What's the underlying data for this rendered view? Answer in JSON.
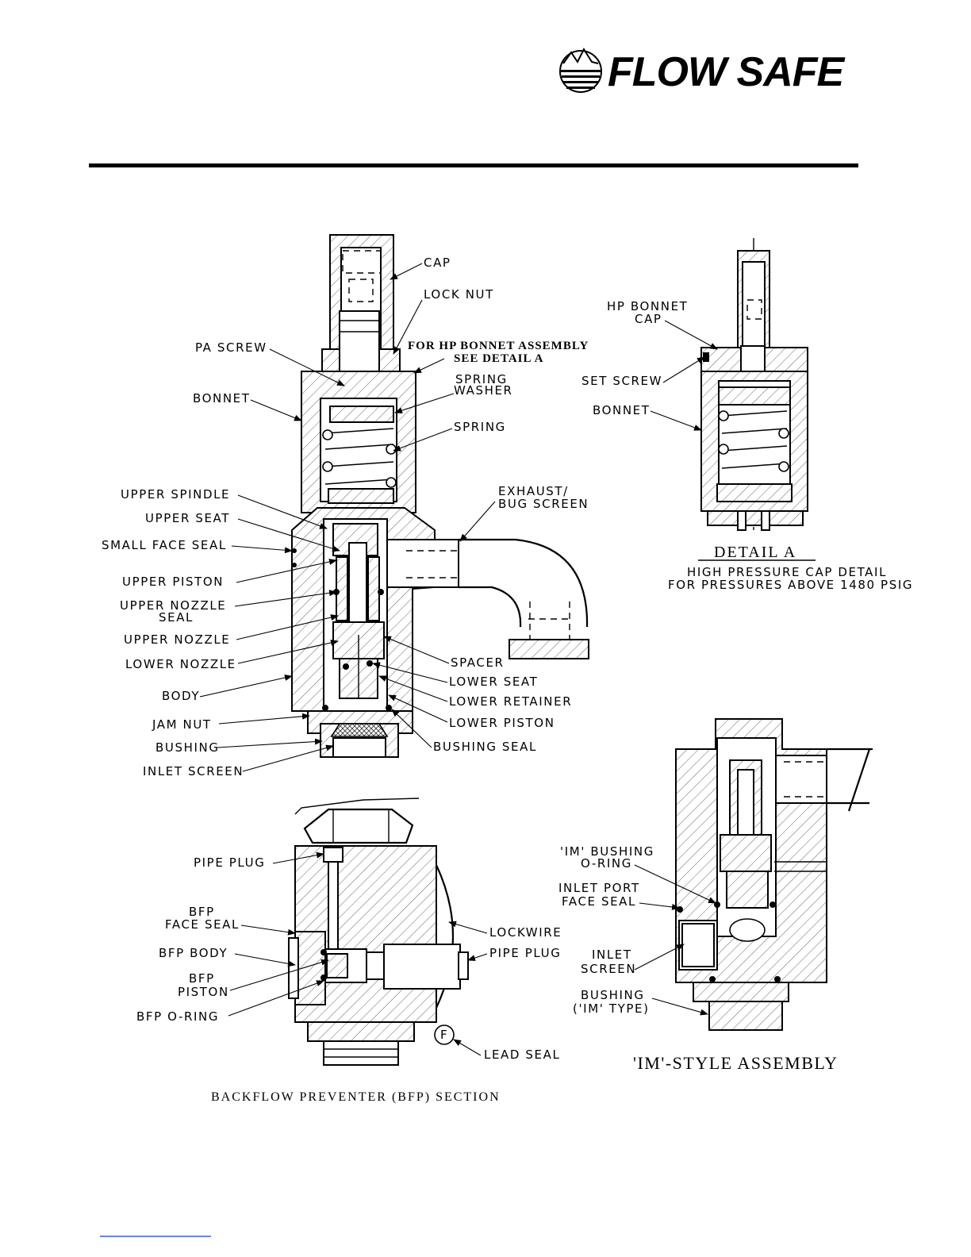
{
  "brand": {
    "name": "FLOW SAFE"
  },
  "main_labels": {
    "cap": "CAP",
    "lock_nut": "LOCK NUT",
    "hp_note_1": "FOR HP BONNET ASSEMBLY",
    "hp_note_2": "SEE DETAIL A",
    "pa_screw": "PA SCREW",
    "spring_washer_1": "SPRING",
    "spring_washer_2": "WASHER",
    "bonnet": "BONNET",
    "spring": "SPRING",
    "upper_spindle": "UPPER SPINDLE",
    "upper_seat": "UPPER SEAT",
    "exhaust_1": "EXHAUST/",
    "exhaust_2": "BUG SCREEN",
    "small_face_seal": "SMALL FACE SEAL",
    "upper_piston": "UPPER PISTON",
    "upper_nozzle_seal_1": "UPPER NOZZLE",
    "upper_nozzle_seal_2": "SEAL",
    "upper_nozzle": "UPPER NOZZLE",
    "lower_nozzle": "LOWER NOZZLE",
    "spacer": "SPACER",
    "lower_seat": "LOWER SEAT",
    "body": "BODY",
    "lower_retainer": "LOWER RETAINER",
    "jam_nut": "JAM NUT",
    "lower_piston": "LOWER PISTON",
    "bushing": "BUSHING",
    "bushing_seal": "BUSHING SEAL",
    "inlet_screen": "INLET SCREEN"
  },
  "detail_a": {
    "hp_bonnet_cap_1": "HP BONNET",
    "hp_bonnet_cap_2": "CAP",
    "set_screw": "SET SCREW",
    "bonnet": "BONNET",
    "title": "DETAIL A",
    "caption_1": "HIGH PRESSURE CAP DETAIL",
    "caption_2": "FOR PRESSURES ABOVE 1480 PSIG"
  },
  "bfp": {
    "pipe_plug_top": "PIPE PLUG",
    "face_seal_1": "BFP",
    "face_seal_2": "FACE SEAL",
    "bfp_body": "BFP BODY",
    "bfp_piston_1": "BFP",
    "bfp_piston_2": "PISTON",
    "bfp_oring": "BFP O-RING",
    "lockwire": "LOCKWIRE",
    "pipe_plug_side": "PIPE PLUG",
    "lead_seal_marker": "F",
    "lead_seal": "LEAD SEAL",
    "title": "BACKFLOW PREVENTER (BFP) SECTION"
  },
  "im": {
    "im_bushing_oring_1": "'IM' BUSHING",
    "im_bushing_oring_2": "O-RING",
    "inlet_port_face_seal_1": "INLET PORT",
    "inlet_port_face_seal_2": "FACE SEAL",
    "inlet_screen_1": "INLET",
    "inlet_screen_2": "SCREEN",
    "bushing_1": "BUSHING",
    "bushing_2": "('IM' TYPE)",
    "title": "'IM'-STYLE ASSEMBLY"
  }
}
